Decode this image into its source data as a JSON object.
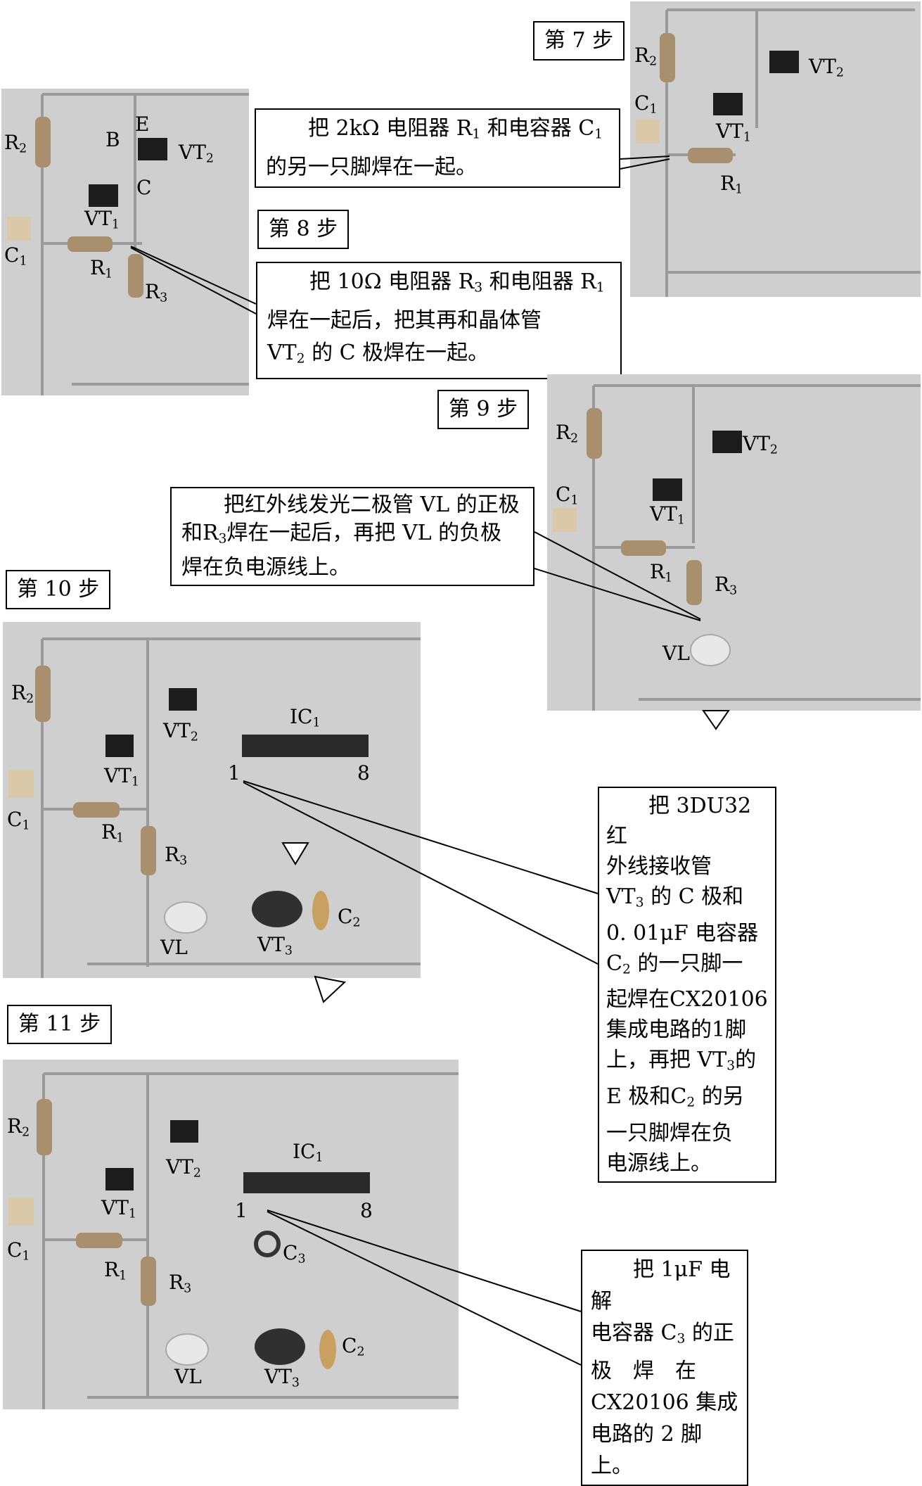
{
  "steps": {
    "s7": "第 7 步",
    "s8": "第 8 步",
    "s9": "第 9 步",
    "s10": "第 10 步",
    "s11": "第 11 步"
  },
  "notes": {
    "n7": {
      "t1": "把 2kΩ 电阻器 R",
      "t2": " 和电容器 C",
      "t3": "的另一只脚焊在一起。"
    },
    "n8": {
      "t1": "把 10Ω 电阻器 R",
      "t2": " 和电阻器 R",
      "t3": "焊在一起后，把其再和晶体管",
      "t4": "VT",
      "t5": " 的 C 极焊在一起。"
    },
    "n9": {
      "t1": "把红外线发光二极管 VL 的正极",
      "t2": "和R",
      "t3": "焊在一起后，再把 VL 的负极",
      "t4": "焊在负电源线上。"
    },
    "n10": {
      "l1": "把 3DU32 红",
      "l2": "外线接收管",
      "l3a": "VT",
      "l3b": " 的 C 极和",
      "l4": "0. 01μF 电容器",
      "l5a": "C",
      "l5b": " 的一只脚一",
      "l6": "起焊在CX20106",
      "l7": "集成电路的1脚",
      "l8a": "上，再把 VT",
      "l8b": "的",
      "l9a": "E 极和C",
      "l9b": " 的另",
      "l10": "一只脚焊在负",
      "l11": "电源线上。"
    },
    "n11": {
      "l1": "把 1μF 电解",
      "l2a": "电容器 C",
      "l2b": " 的正",
      "l3": "极　焊　在",
      "l4": "CX20106 集成",
      "l5": "电路的 2 脚上。"
    }
  },
  "subs": {
    "one": "1",
    "two": "2",
    "three": "3"
  },
  "labels": {
    "R": "R",
    "C": "C",
    "VT": "VT",
    "VL": "VL",
    "IC": "IC",
    "B": "B",
    "E": "E",
    "Cpin": "C",
    "pin1": "1",
    "pin8": "8"
  }
}
